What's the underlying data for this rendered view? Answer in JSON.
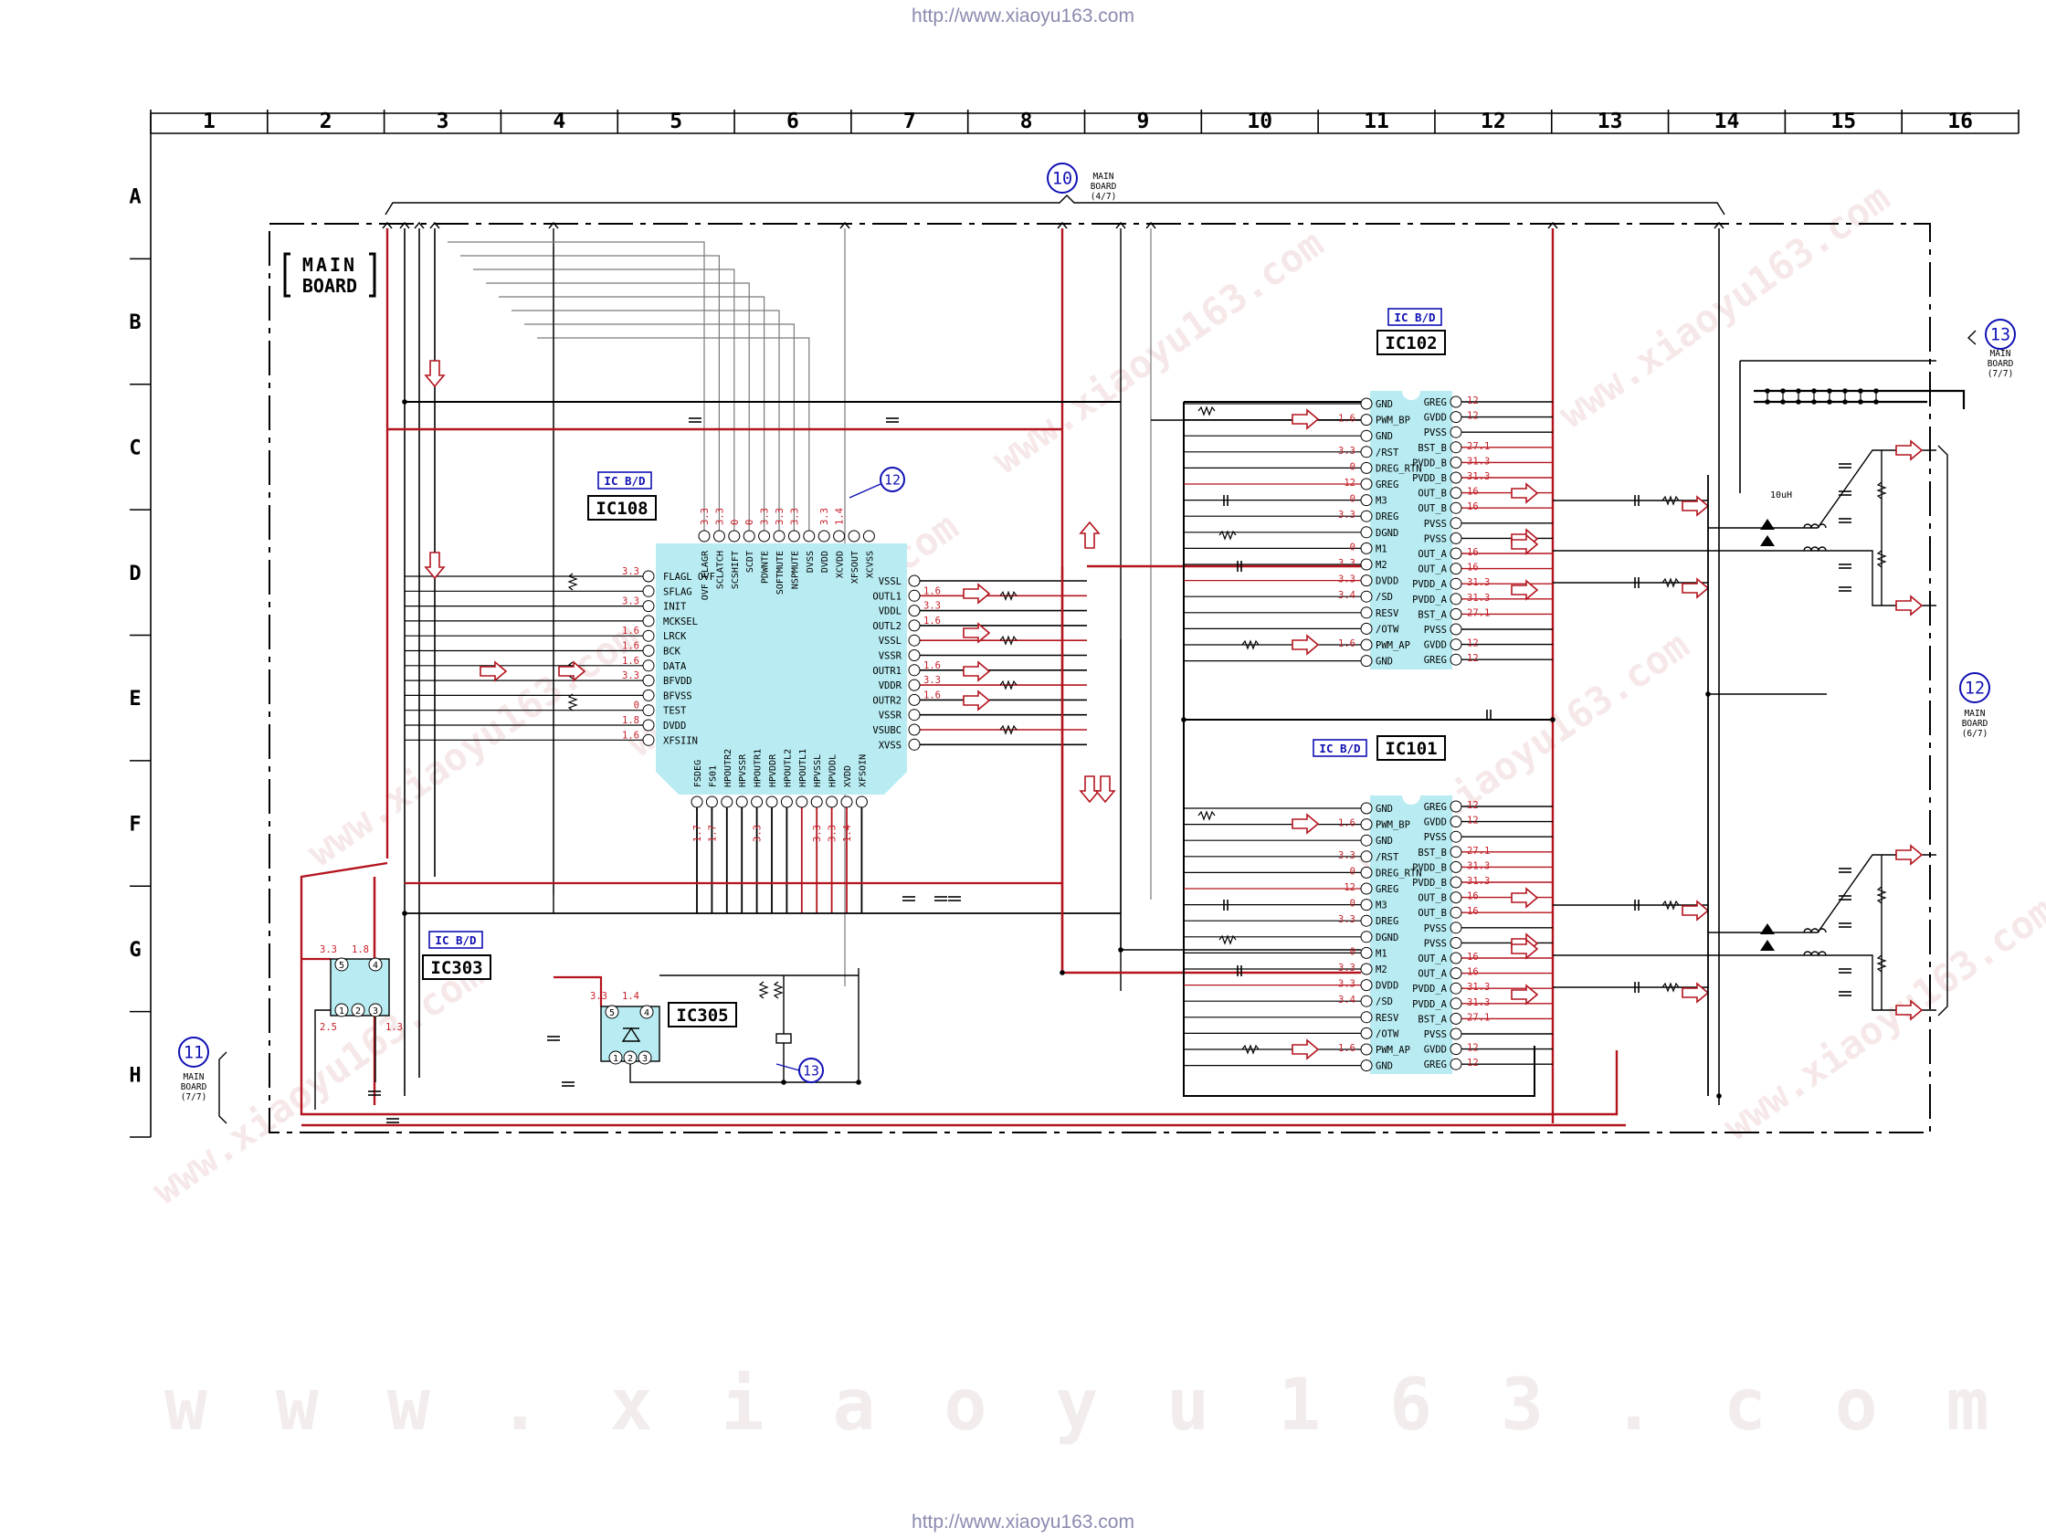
{
  "header_url": "http://www.xiaoyu163.com",
  "footer_url": "http://www.xiaoyu163.com",
  "watermark_text": "www.xiaoyu163.com",
  "grid": {
    "columns": [
      "1",
      "2",
      "3",
      "4",
      "5",
      "6",
      "7",
      "8",
      "9",
      "10",
      "11",
      "12",
      "13",
      "14",
      "15",
      "16"
    ],
    "rows": [
      "A",
      "B",
      "C",
      "D",
      "E",
      "F",
      "G",
      "H"
    ]
  },
  "board_title": [
    "MAIN",
    "BOARD"
  ],
  "connectors": [
    {
      "id": "conn-10",
      "num": "10",
      "label": [
        "MAIN",
        "BOARD",
        "(4/7)"
      ]
    },
    {
      "id": "conn-11",
      "num": "11",
      "label": [
        "MAIN",
        "BOARD",
        "(7/7)"
      ]
    },
    {
      "id": "conn-12",
      "num": "12",
      "label": [
        "MAIN",
        "BOARD",
        "(6/7)"
      ]
    },
    {
      "id": "conn-13",
      "num": "13",
      "label": [
        "MAIN",
        "BOARD",
        "(7/7)"
      ]
    }
  ],
  "ref_markers": [
    "12",
    "13"
  ],
  "ic_tag": "IC B/D",
  "ic108": {
    "name": "IC108",
    "left_pins": [
      "FLAGL OVF",
      "SFLAG",
      "INIT",
      "MCKSEL",
      "LRCK",
      "BCK",
      "DATA",
      "BFVDD",
      "BFVSS",
      "TEST",
      "DVDD",
      "XFSIIN"
    ],
    "left_volts": [
      "3.3",
      "",
      "3.3",
      "",
      "1.6",
      "1.6",
      "1.6",
      "3.3",
      "",
      "0",
      "1.8",
      "1.6"
    ],
    "top_pins": [
      "OVF FLAGR",
      "SCLATCH",
      "SCSHIFT",
      "SCDT",
      "PDWNTE",
      "SOFTMUTE",
      "NSPMUTE",
      "DVSS",
      "DVDD",
      "XCVDD",
      "XFSOUT",
      "XCVSS"
    ],
    "top_volts": [
      "3.3",
      "3.3",
      "0",
      "0",
      "3.3",
      "3.3",
      "3.3",
      "",
      "3.3",
      "1.4",
      "",
      ""
    ],
    "right_pins": [
      "VSSL",
      "OUTL1",
      "VDDL",
      "OUTL2",
      "VSSL",
      "VSSR",
      "OUTR1",
      "VDDR",
      "OUTR2",
      "VSSR",
      "VSUBC",
      "XVSS"
    ],
    "right_volts": [
      "",
      "1.6",
      "3.3",
      "1.6",
      "",
      "",
      "1.6",
      "3.3",
      "1.6",
      "",
      "",
      ""
    ],
    "bottom_pins": [
      "FSDEG",
      "FS01",
      "HPOUTR2",
      "HPVSSR",
      "HPOUTR1",
      "HPVDDR",
      "HPOUTL2",
      "HPOUTL1",
      "HPVSSL",
      "HPVDDL",
      "XVDD",
      "XFSOIN"
    ],
    "bottom_volts": [
      "1.7",
      "1.7",
      "",
      "",
      "3.3",
      "",
      "",
      "",
      "3.3",
      "3.3",
      "1.4",
      ""
    ]
  },
  "ic101": {
    "name": "IC101",
    "left_pins": [
      "GND",
      "PWM_BP",
      "GND",
      "/RST",
      "DREG_RTN",
      "GREG",
      "M3",
      "DREG",
      "DGND",
      "M1",
      "M2",
      "DVDD",
      "/SD",
      "RESV",
      "/OTW",
      "PWM_AP",
      "GND"
    ],
    "left_volts": [
      "",
      "1.6",
      "",
      "3.3",
      "0",
      "12",
      "0",
      "3.3",
      "",
      "0",
      "3.3",
      "3.3",
      "3.4",
      "",
      "",
      "1.6",
      ""
    ],
    "right_pins": [
      "GREG",
      "GVDD",
      "PVSS",
      "BST_B",
      "PVDD_B",
      "PVDD_B",
      "OUT_B",
      "OUT_B",
      "PVSS",
      "PVSS",
      "OUT_A",
      "OUT_A",
      "PVDD_A",
      "PVDD_A",
      "BST_A",
      "PVSS",
      "GVDD",
      "GREG"
    ],
    "right_volts": [
      "12",
      "12",
      "",
      "27.1",
      "31.3",
      "31.3",
      "16",
      "16",
      "",
      "",
      "16",
      "16",
      "31.3",
      "31.3",
      "27.1",
      "",
      "12",
      "12"
    ]
  },
  "ic102": {
    "name": "IC102",
    "left_pins": [
      "GND",
      "PWM_BP",
      "GND",
      "/RST",
      "DREG_RTN",
      "GREG",
      "M3",
      "DREG",
      "DGND",
      "M1",
      "M2",
      "DVDD",
      "/SD",
      "RESV",
      "/OTW",
      "PWM_AP",
      "GND"
    ],
    "left_volts": [
      "",
      "1.6",
      "",
      "3.3",
      "0",
      "12",
      "0",
      "3.3",
      "",
      "0",
      "3.3",
      "3.3",
      "3.4",
      "",
      "",
      "1.6",
      ""
    ],
    "right_pins": [
      "GREG",
      "GVDD",
      "PVSS",
      "BST_B",
      "PVDD_B",
      "PVDD_B",
      "OUT_B",
      "OUT_B",
      "PVSS",
      "PVSS",
      "OUT_A",
      "OUT_A",
      "PVDD_A",
      "PVDD_A",
      "BST_A",
      "PVSS",
      "GVDD",
      "GREG"
    ],
    "right_volts": [
      "12",
      "12",
      "",
      "27.1",
      "31.3",
      "31.3",
      "16",
      "16",
      "",
      "",
      "16",
      "16",
      "31.3",
      "31.3",
      "27.1",
      "",
      "12",
      "12"
    ]
  },
  "ic303": {
    "name": "IC303",
    "volts": [
      "3.3",
      "1.8",
      "2.5",
      "1.3"
    ]
  },
  "ic305": {
    "name": "IC305",
    "volts": [
      "3.3",
      "1.4"
    ]
  },
  "inductor_label": "10uH",
  "colors": {
    "accent_red": "#b4141e",
    "trace": "#000000",
    "ic_fill": "#b8ecf2",
    "ic_label": "#1010b4",
    "volt": "#c81e28",
    "grid": "#000000"
  }
}
